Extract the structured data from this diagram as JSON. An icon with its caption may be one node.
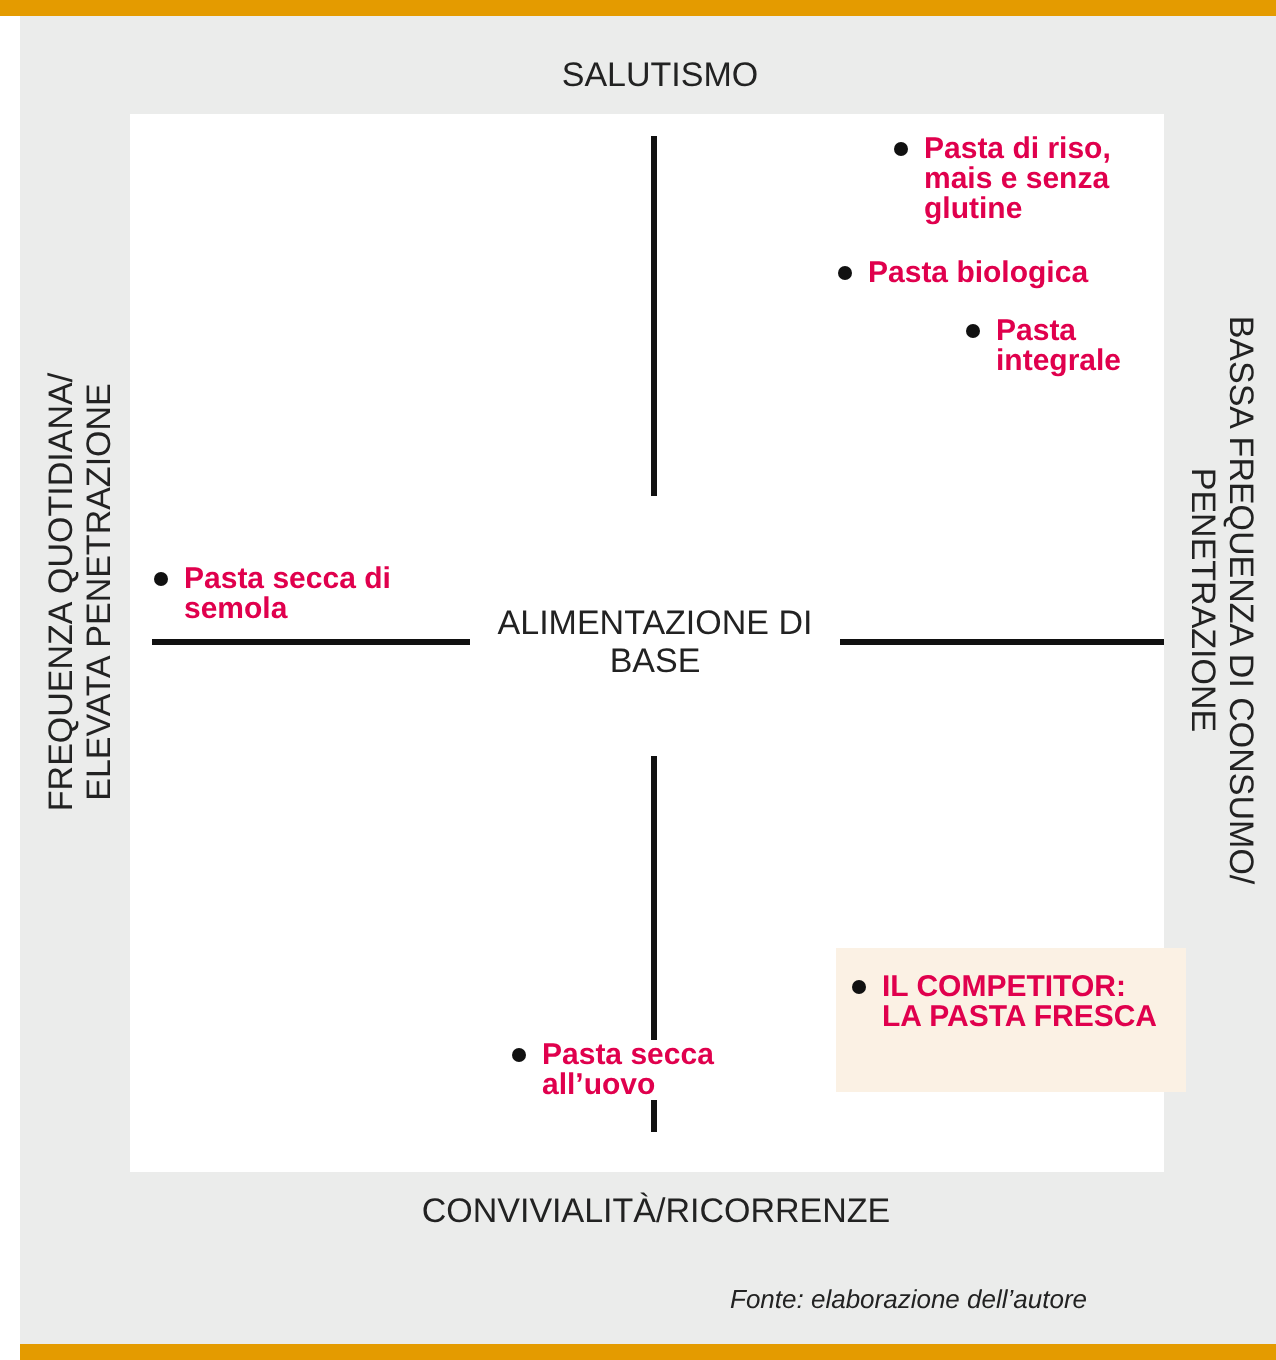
{
  "diagram": {
    "nodes": [
      {
        "text": [
          "IL COMPETITOR: LA PASTA FRESCA"
        ]
      }
    ],
    "labels": [
      "SALUTISMO",
      "Pasta di riso, mais e senza glutine",
      "Pasta biologica",
      "Pasta integrale",
      "FREQUENZA QUOTIDIANA/ ELEVATA PENETRAZIONE",
      "Pasta secca di semola",
      "ALIMENTAZIONE DI BASE",
      "BASSA FREQUENZA DI CONSUMO/ PENETRAZIONE",
      "Pasta secca all’uovo",
      "CONVIVIALITÀ/RICORRENZE",
      "Fonte: elaborazione dell’autore"
    ]
  }
}
